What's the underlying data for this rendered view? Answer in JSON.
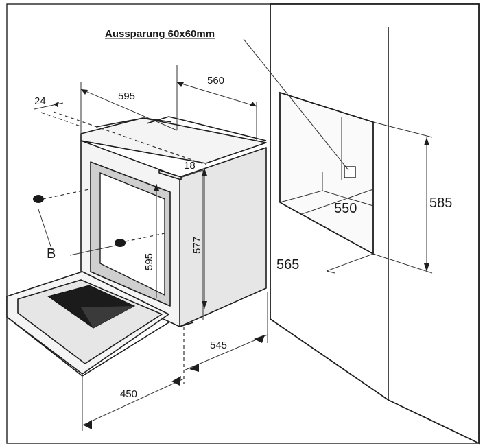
{
  "diagram": {
    "title_label": "Aussparung 60x60mm",
    "dimensions": {
      "d24": "24",
      "d595_top": "595",
      "d560": "560",
      "d18": "18",
      "d577": "577",
      "d595_front": "595",
      "d545": "545",
      "d450": "450",
      "d565": "565",
      "d550": "550",
      "d585": "585"
    },
    "marker_b": "B"
  }
}
